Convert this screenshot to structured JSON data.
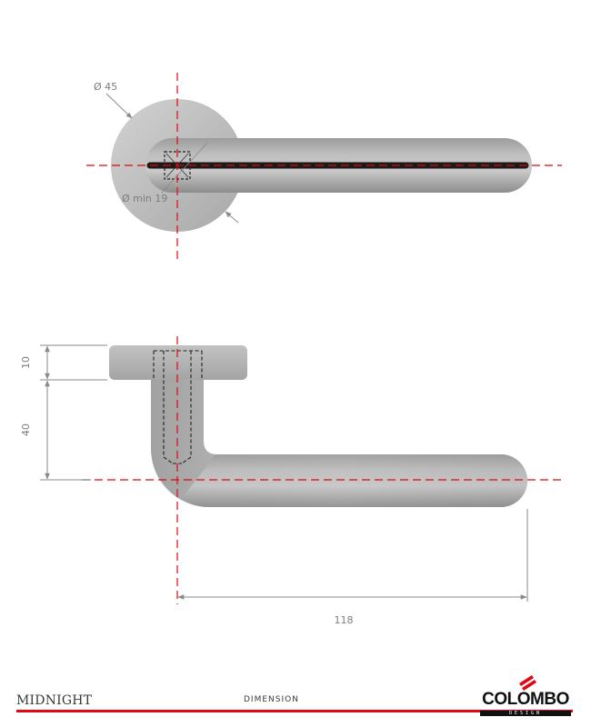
{
  "diagram": {
    "top_view": {
      "rose_diameter_label": "Ø 45",
      "min_hole_label": "Ø min 19"
    },
    "side_view": {
      "rose_thickness_label": "10",
      "lever_height_label": "40",
      "lever_length_label": "118"
    }
  },
  "footer": {
    "model_name": "MIDNIGHT",
    "sheet_title": "DIMENSION",
    "brand_name": "COLOMBO",
    "brand_sub": "DESIGN"
  },
  "colors": {
    "axis_line": "#e30613",
    "dimension_line": "#8a8a8a",
    "metal_light": "#d4d4d4",
    "metal_dark": "#8e8e8e",
    "brand_red": "#e30613"
  }
}
